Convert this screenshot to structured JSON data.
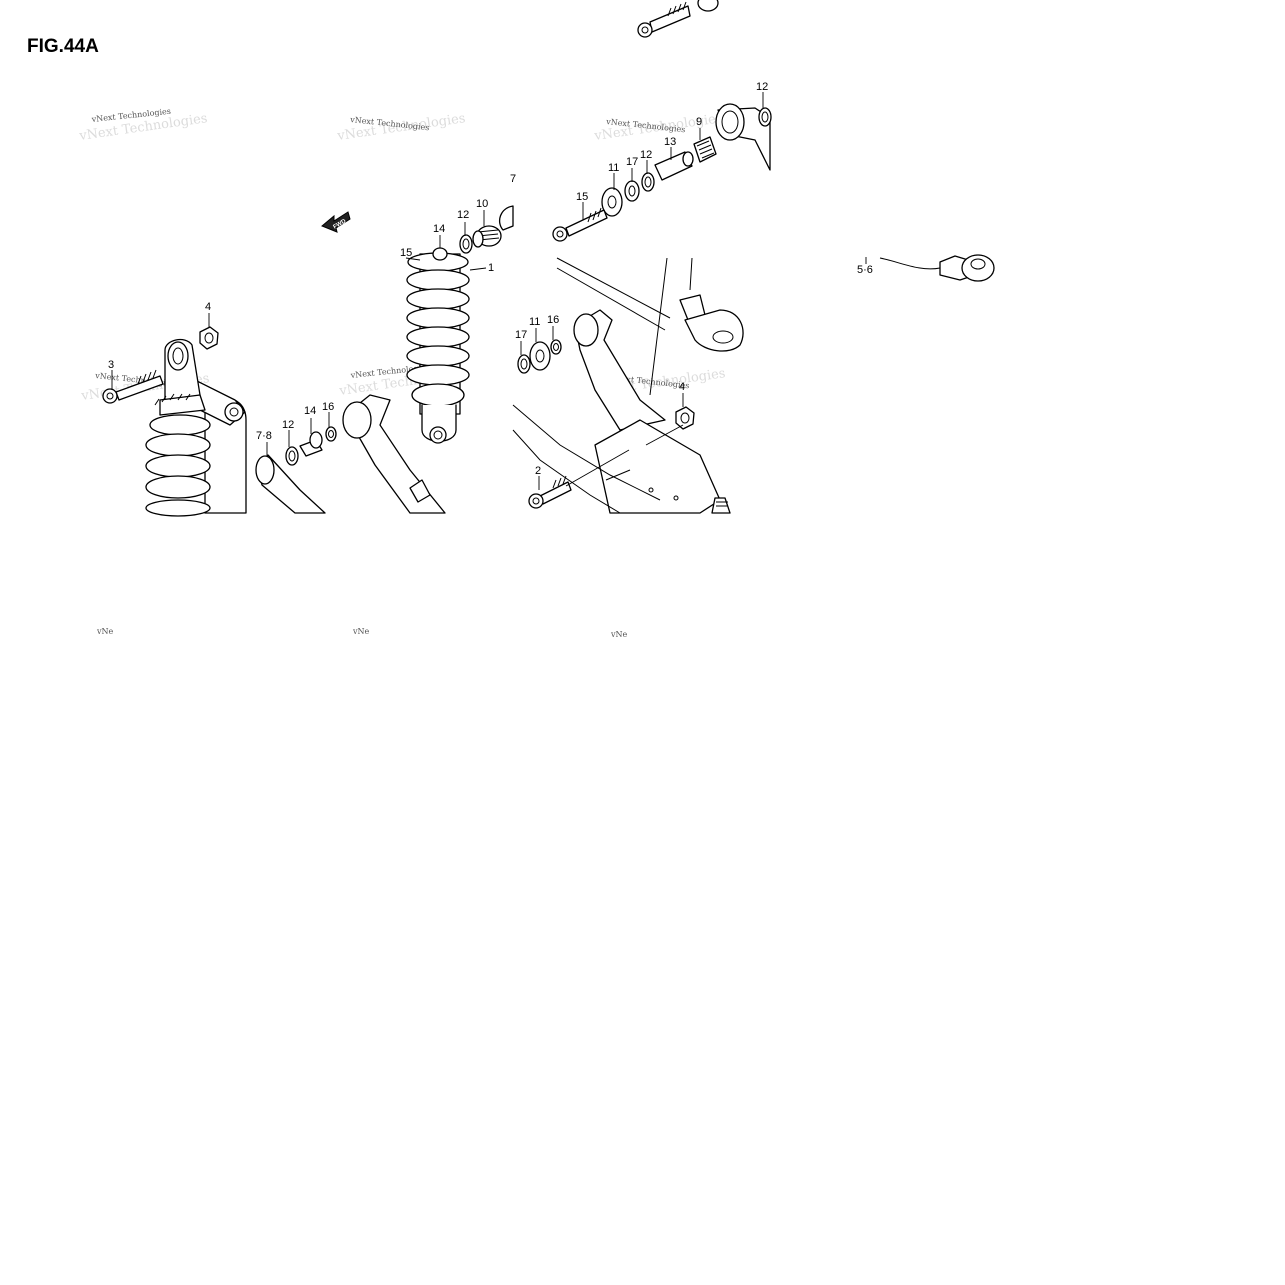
{
  "figure": {
    "title": "FIG.44A",
    "fwd_label": "FWD"
  },
  "watermark": {
    "text": "vNext Technologies",
    "fragment": "vNe"
  },
  "callouts": {
    "c1": "1",
    "c2": "2",
    "c3": "3",
    "c4a": "4",
    "c4b": "4",
    "c56": "5·6",
    "c7": "7",
    "c78": "7·8",
    "c9": "9",
    "c10": "10",
    "c11a": "11",
    "c11b": "11",
    "c12a": "12",
    "c12b": "12",
    "c12c": "12",
    "c12d": "12",
    "c13": "13",
    "c14a": "14",
    "c14b": "14",
    "c15a": "15",
    "c15b": "15",
    "c16a": "16",
    "c16b": "16",
    "c17a": "17",
    "c17b": "17"
  }
}
